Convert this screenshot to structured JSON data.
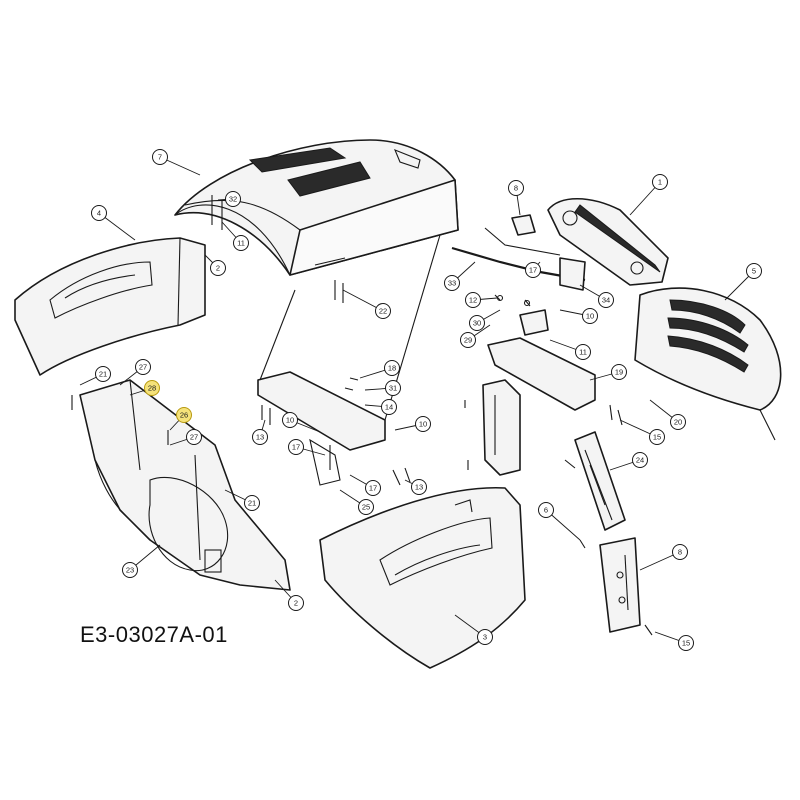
{
  "diagram": {
    "part_number": "E3-03027A-01",
    "highlight_color": "#f5e27a",
    "callouts": [
      {
        "id": "c-7",
        "label": "7"
      },
      {
        "id": "c-32",
        "label": "32"
      },
      {
        "id": "c-11a",
        "label": "11"
      },
      {
        "id": "c-2",
        "label": "2"
      },
      {
        "id": "c-4",
        "label": "4"
      },
      {
        "id": "c-22",
        "label": "22"
      },
      {
        "id": "c-8",
        "label": "8"
      },
      {
        "id": "c-1",
        "label": "1"
      },
      {
        "id": "c-17a",
        "label": "17"
      },
      {
        "id": "c-33",
        "label": "33"
      },
      {
        "id": "c-34",
        "label": "34"
      },
      {
        "id": "c-12",
        "label": "12"
      },
      {
        "id": "c-30",
        "label": "30"
      },
      {
        "id": "c-29",
        "label": "29"
      },
      {
        "id": "c-10a",
        "label": "10"
      },
      {
        "id": "c-5",
        "label": "5"
      },
      {
        "id": "c-11b",
        "label": "11"
      },
      {
        "id": "c-27a",
        "label": "27"
      },
      {
        "id": "c-21a",
        "label": "21"
      },
      {
        "id": "c-28",
        "label": "28"
      },
      {
        "id": "c-26",
        "label": "26"
      },
      {
        "id": "c-27b",
        "label": "27"
      },
      {
        "id": "c-18",
        "label": "18"
      },
      {
        "id": "c-31",
        "label": "31"
      },
      {
        "id": "c-14",
        "label": "14"
      },
      {
        "id": "c-13a",
        "label": "13"
      },
      {
        "id": "c-10b",
        "label": "10"
      },
      {
        "id": "c-15a",
        "label": "15"
      },
      {
        "id": "c-20",
        "label": "20"
      },
      {
        "id": "c-19",
        "label": "19"
      },
      {
        "id": "c-17b",
        "label": "17"
      },
      {
        "id": "c-17c",
        "label": "17"
      },
      {
        "id": "c-25",
        "label": "25"
      },
      {
        "id": "c-13b",
        "label": "13"
      },
      {
        "id": "c-10c",
        "label": "10"
      },
      {
        "id": "c-24",
        "label": "24"
      },
      {
        "id": "c-6",
        "label": "6"
      },
      {
        "id": "c-21b",
        "label": "21"
      },
      {
        "id": "c-23",
        "label": "23"
      },
      {
        "id": "c-2b",
        "label": "2"
      },
      {
        "id": "c-3",
        "label": "3"
      },
      {
        "id": "c-8b",
        "label": "8"
      },
      {
        "id": "c-15b",
        "label": "15"
      }
    ]
  }
}
